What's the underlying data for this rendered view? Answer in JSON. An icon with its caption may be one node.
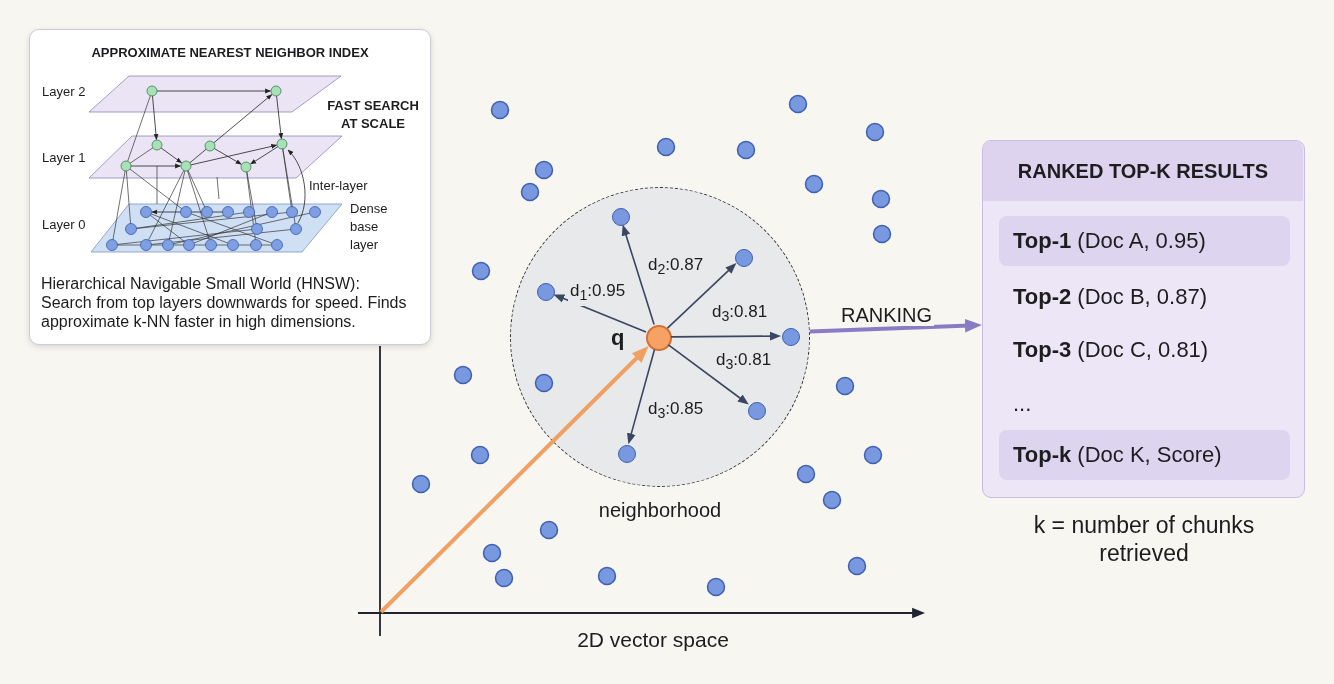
{
  "diagram": {
    "nodes": [
      {
        "text": [
          "APPROXIMATE NEAREST NEIGHBOR INDEX",
          "Hierarchical Navigable Small World (HNSW): Search from top layers downwards for speed. Finds approximate k-NN faster in high dimensions."
        ]
      },
      {
        "text": [],
        "shape": "circle",
        "beside": [
          "neighborhood"
        ]
      },
      {
        "text": [],
        "shape": "circle",
        "beside": [
          "q"
        ],
        "in": 1
      },
      {
        "text": [],
        "shape": "circle",
        "in": 1
      },
      {
        "text": [],
        "shape": "circle",
        "in": 1
      },
      {
        "text": [],
        "shape": "circle",
        "in": 1
      },
      {
        "text": [],
        "shape": "circle",
        "in": 1
      },
      {
        "text": [],
        "shape": "circle",
        "in": 1
      },
      {
        "text": [],
        "shape": "circle",
        "in": 1
      },
      {
        "text": [
          "RANKED TOP-K RESULTS"
        ],
        "beside": [
          "k = number of chunks retrieved"
        ]
      },
      {
        "text": [
          "**Top-1** (Doc A, 0.95)"
        ],
        "in": 9
      },
      {
        "text": [
          "**Top-k** (Doc K, Score)"
        ],
        "in": 9
      }
    ],
    "edges": [
      {
        "from": null,
        "to": 2,
        "arrow": "to",
        "style": "thick",
        "color": "#f0a062"
      },
      {
        "from": 2,
        "to": 3,
        "arrow": "to",
        "label": "d$_{2}$:0.87"
      },
      {
        "from": 2,
        "to": 4,
        "arrow": "to"
      },
      {
        "from": 2,
        "to": 5,
        "arrow": "to",
        "label": "d$_{1}$:0.95"
      },
      {
        "from": 2,
        "to": 6,
        "arrow": "to",
        "label": "d$_{3}$:0.81"
      },
      {
        "from": 2,
        "to": 7,
        "arrow": "to",
        "label": "d$_{3}$:0.81"
      },
      {
        "from": 2,
        "to": 8,
        "arrow": "to",
        "label": "d$_{3}$:0.85"
      },
      {
        "from": 1,
        "to": 9,
        "arrow": "to",
        "label": "RANKING",
        "style": "thick",
        "color": "#8a7cc4"
      }
    ],
    "labels": [
      "Layer 2",
      "FAST SEARCH AT SCALE",
      "Layer 1",
      "Inter-layer",
      "Layer 0",
      "Dense base layer",
      "**Top-2** (Doc B, 0.87)",
      "**Top-3** (Doc C, 0.81)",
      "...",
      "2D vector space"
    ]
  }
}
